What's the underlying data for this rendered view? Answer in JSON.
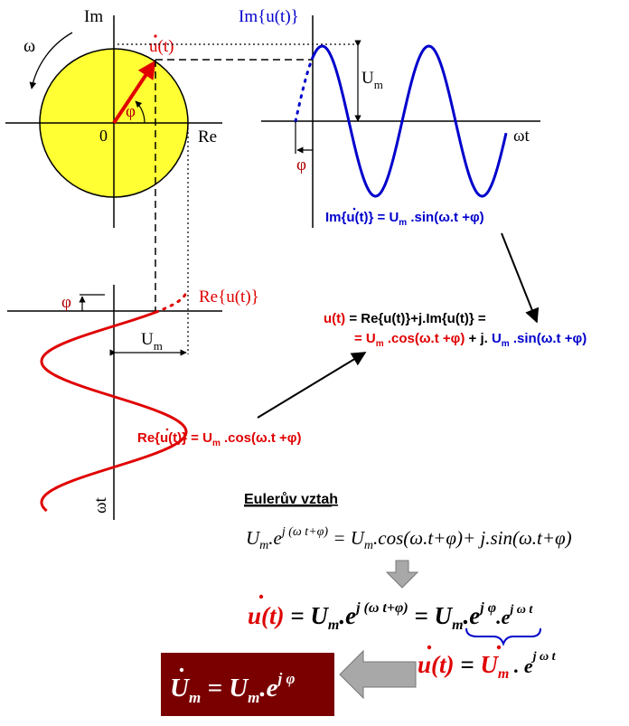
{
  "phasor": {
    "im_label": "Im",
    "re_label": "Re",
    "origin_label": "0",
    "omega_label": "ω",
    "phi_label": "φ",
    "u_label": "u(t)"
  },
  "sine_plot": {
    "title": "Im{u(t)}",
    "axis_label": "ωt",
    "amplitude_label": "U",
    "amplitude_sub": "m",
    "phi_label": "φ"
  },
  "cos_plot": {
    "title": "Re{u(t)}",
    "axis_label": "ωt",
    "amplitude_label": "U",
    "amplitude_sub": "m",
    "phi_label": "φ"
  },
  "formulas": {
    "im_eq": {
      "lhs": "Im{u(t)} = ",
      "u": "U",
      "sub": "m",
      "rest": " .sin(ω.t +φ)"
    },
    "re_eq": {
      "lhs": "Re{u(t)} = ",
      "u": "U",
      "sub": "m",
      "rest": " .cos(ω.t +φ)"
    },
    "combined_line1": {
      "u": "u(t)",
      "rest": " = Re{u(t)}+j.Im{u(t)} ="
    },
    "combined_line2": {
      "a": "= U",
      "sub1": "m",
      "b": " .cos(ω.t +φ)",
      "c": " + j. ",
      "d": "U",
      "sub2": "m",
      "e": " .sin(ω.t +φ)"
    }
  },
  "euler": {
    "title": "Eulerův vztah",
    "line1": {
      "a": "U",
      "sub": "m",
      "b": ".e",
      "exp": "j (ω t+φ)",
      "c": " = U",
      "sub2": "m",
      "d": ".cos(ω.t+φ)+ j.sin(ω.t+φ)"
    },
    "line2": {
      "u": "u(t)",
      "eq": " = U",
      "sub": "m",
      "b": ".e",
      "exp": "j (ω t+φ)",
      "c": " = U",
      "sub2": "m",
      "d": ".e",
      "exp2": "j φ",
      "e": ".e",
      "exp3": "j ω t"
    },
    "line3": {
      "u": "u(t)",
      "eq": " = ",
      "U": "U",
      "sub": "m",
      "b": " . e",
      "exp": "j ω t"
    },
    "box": {
      "U": "U",
      "sub": "m",
      "eq": " = U",
      "sub2": "m",
      "b": ".e",
      "exp": "j φ"
    }
  },
  "colors": {
    "red": "#e00000",
    "blue": "#0000cc",
    "yellow": "#ffff33",
    "dark_red_box": "#7a0000",
    "box_text": "#ffffff",
    "arrow_gray": "#a8a8a8"
  }
}
